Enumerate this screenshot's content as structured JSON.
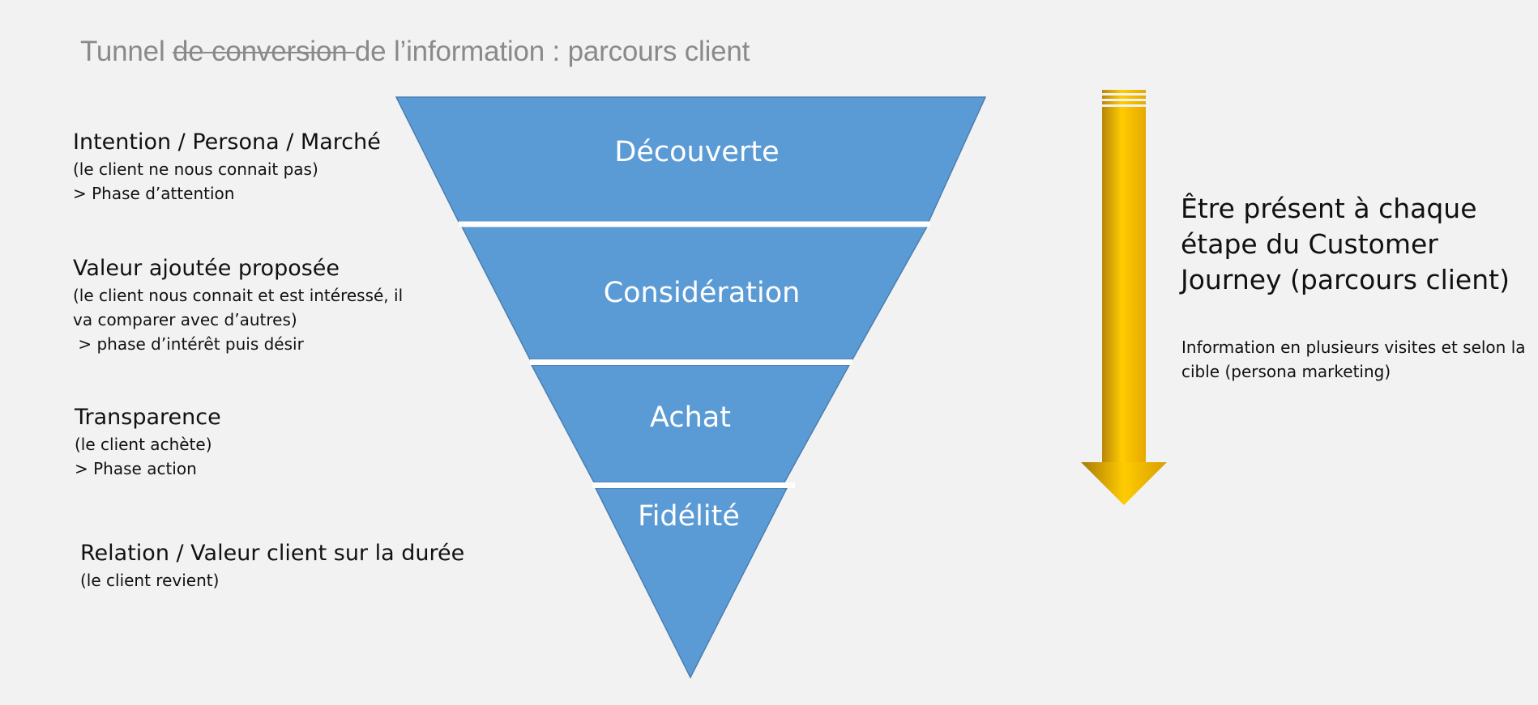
{
  "title": {
    "prefix": "Tunnel ",
    "struck": "de conversion ",
    "suffix": "de l’information : parcours client"
  },
  "left_sections": [
    {
      "heading": "Intention / Persona / Marché",
      "details": [
        "(le client ne nous connait pas)",
        "> Phase d’attention"
      ]
    },
    {
      "heading": "Valeur ajoutée proposée",
      "details": [
        "(le client nous connait et est intéressé, il",
        "va comparer avec d’autres)",
        " > phase d’intérêt puis désir"
      ]
    },
    {
      "heading": "Transparence",
      "details": [
        "(le client achète)",
        "> Phase action"
      ]
    },
    {
      "heading": "Relation / Valeur client sur la durée",
      "details": [
        "(le client revient)"
      ]
    }
  ],
  "funnel": {
    "stages": [
      "Découverte",
      "Considération",
      "Achat",
      "Fidélité"
    ],
    "fill_color": "#5b9bd5",
    "border_color": "#4a7eb0",
    "separator_color": "#ffffff"
  },
  "arrow": {
    "color_light": "#ffcc00",
    "color_dark": "#b8860b"
  },
  "right": {
    "heading": "Être présent à chaque étape du Customer Journey (parcours client)",
    "text": "Information en plusieurs visites et selon la cible (persona marketing)"
  }
}
